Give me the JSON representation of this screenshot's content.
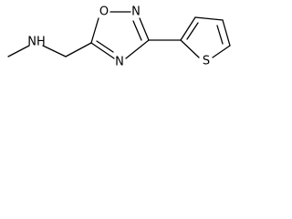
{
  "molecule": {
    "atoms": {
      "nh": "NH",
      "o_ring": "O",
      "n_top": "N",
      "n_bottom": "N",
      "s_thiophene": "S"
    }
  }
}
